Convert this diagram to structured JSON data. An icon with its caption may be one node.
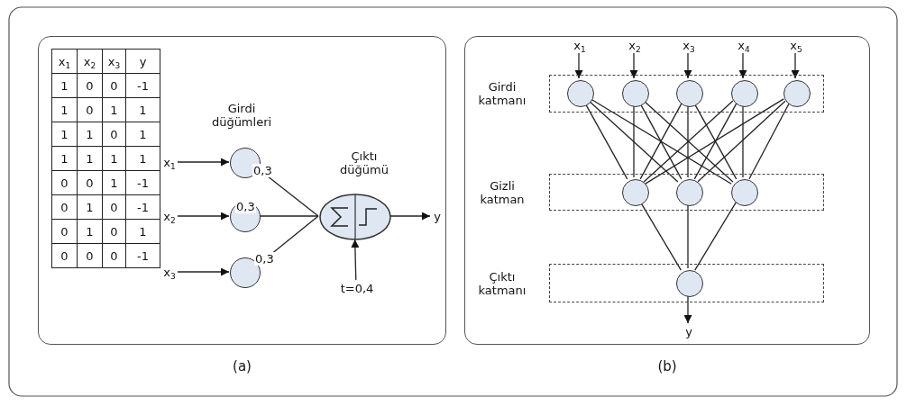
{
  "diagram": {
    "nodes": [
      {
        "text": [
          "(a)"
        ]
      },
      {
        "text": [
          "x$_{1}$"
        ],
        "in": 0
      },
      {
        "text": [
          "x$_{2}$"
        ],
        "in": 0
      },
      {
        "text": [
          "x$_{3}$"
        ],
        "in": 0
      },
      {
        "text": [],
        "shape": "circle",
        "in": 0
      },
      {
        "text": [],
        "shape": "circle",
        "in": 0
      },
      {
        "text": [],
        "shape": "circle",
        "in": 0
      },
      {
        "text": [],
        "shape": "ellipse",
        "in": 0,
        "beside": [
          "Çıktı düğümü"
        ]
      },
      {
        "text": [
          "y"
        ],
        "in": 0
      },
      {
        "text": [
          "t=0,4"
        ],
        "in": 0
      },
      {
        "text": [
          "(b)"
        ]
      },
      {
        "text": [
          "Girdi katmanı"
        ],
        "in": 10
      },
      {
        "text": [
          "Gizli katman"
        ],
        "in": 10
      },
      {
        "text": [
          "Çıktı katmanı"
        ],
        "in": 10
      },
      {
        "text": [
          "x$_{1}$"
        ],
        "in": 10
      },
      {
        "text": [
          "x$_{2}$"
        ],
        "in": 10
      },
      {
        "text": [
          "x$_{3}$"
        ],
        "in": 10
      },
      {
        "text": [
          "x$_{4}$"
        ],
        "in": 10
      },
      {
        "text": [
          "x$_{5}$"
        ],
        "in": 10
      },
      {
        "text": [],
        "shape": "circle",
        "in": 11
      },
      {
        "text": [],
        "shape": "circle",
        "in": 11
      },
      {
        "text": [],
        "shape": "circle",
        "in": 11
      },
      {
        "text": [],
        "shape": "circle",
        "in": 11
      },
      {
        "text": [],
        "shape": "circle",
        "in": 11
      },
      {
        "text": [],
        "shape": "circle",
        "in": 12
      },
      {
        "text": [],
        "shape": "circle",
        "in": 12
      },
      {
        "text": [],
        "shape": "circle",
        "in": 12
      },
      {
        "text": [],
        "shape": "circle",
        "in": 13
      },
      {
        "text": [
          "y"
        ],
        "in": 10
      }
    ],
    "edges": [
      {
        "from": 1,
        "to": 4,
        "arrow": "to"
      },
      {
        "from": 2,
        "to": 5,
        "arrow": "to"
      },
      {
        "from": 3,
        "to": 6,
        "arrow": "to"
      },
      {
        "from": 4,
        "to": 7,
        "arrow": "none",
        "label": "0,3"
      },
      {
        "from": 5,
        "to": 7,
        "arrow": "none",
        "label": "0,3"
      },
      {
        "from": 6,
        "to": 7,
        "arrow": "none",
        "label": "0,3"
      },
      {
        "from": 7,
        "to": 8,
        "arrow": "to"
      },
      {
        "from": 9,
        "to": 7,
        "arrow": "to"
      },
      {
        "from": 14,
        "to": 19,
        "arrow": "to"
      },
      {
        "from": 15,
        "to": 20,
        "arrow": "to"
      },
      {
        "from": 16,
        "to": 21,
        "arrow": "to"
      },
      {
        "from": 17,
        "to": 22,
        "arrow": "to"
      },
      {
        "from": 18,
        "to": 23,
        "arrow": "to"
      },
      {
        "from": 19,
        "to": 24,
        "arrow": "none"
      },
      {
        "from": 19,
        "to": 25,
        "arrow": "none"
      },
      {
        "from": 19,
        "to": 26,
        "arrow": "none"
      },
      {
        "from": 20,
        "to": 24,
        "arrow": "none"
      },
      {
        "from": 20,
        "to": 25,
        "arrow": "none"
      },
      {
        "from": 20,
        "to": 26,
        "arrow": "none"
      },
      {
        "from": 21,
        "to": 24,
        "arrow": "none"
      },
      {
        "from": 21,
        "to": 25,
        "arrow": "none"
      },
      {
        "from": 21,
        "to": 26,
        "arrow": "none"
      },
      {
        "from": 22,
        "to": 24,
        "arrow": "none"
      },
      {
        "from": 22,
        "to": 25,
        "arrow": "none"
      },
      {
        "from": 22,
        "to": 26,
        "arrow": "none"
      },
      {
        "from": 23,
        "to": 24,
        "arrow": "none"
      },
      {
        "from": 23,
        "to": 25,
        "arrow": "none"
      },
      {
        "from": 23,
        "to": 26,
        "arrow": "none"
      },
      {
        "from": 24,
        "to": 27,
        "arrow": "none"
      },
      {
        "from": 25,
        "to": 27,
        "arrow": "none"
      },
      {
        "from": 26,
        "to": 27,
        "arrow": "none"
      },
      {
        "from": 27,
        "to": 28,
        "arrow": "to"
      }
    ],
    "labels": [
      "Girdi düğümleri",
      "x$_{1}$",
      "x$_{2}$",
      "x$_{3}$",
      "y",
      "1",
      "0",
      "0",
      "-1",
      "1",
      "0",
      "1",
      "1",
      "1",
      "1",
      "0",
      "1",
      "1",
      "1",
      "1",
      "1",
      "0",
      "0",
      "1",
      "-1",
      "0",
      "1",
      "0",
      "-1",
      "0",
      "1",
      "0",
      "1",
      "0",
      "0",
      "0",
      "-1"
    ]
  }
}
